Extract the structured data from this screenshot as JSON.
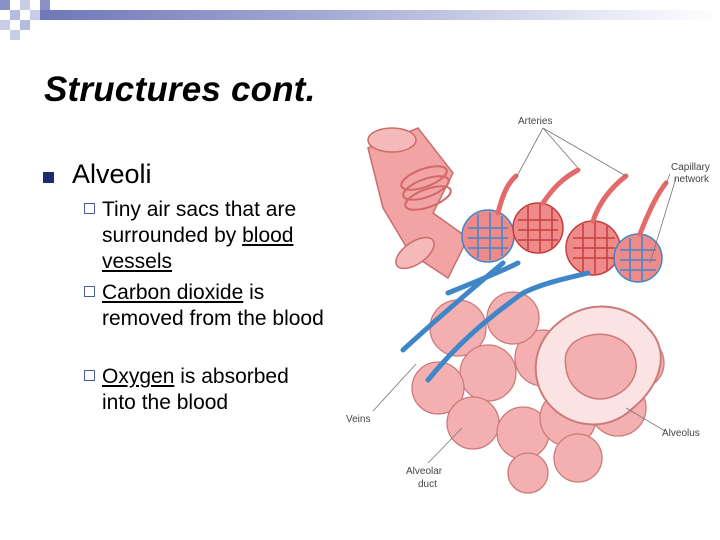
{
  "slide": {
    "title": "Structures cont.",
    "level1": "Alveoli",
    "bullets": [
      {
        "pre": "Tiny air sacs that are surrounded by ",
        "link": "blood vessels",
        "post": ""
      },
      {
        "pre": "",
        "link": "Carbon dioxide",
        "post": " is removed from the blood"
      },
      {
        "pre": "",
        "link": "Oxygen",
        "post": " is absorbed into the blood"
      }
    ]
  },
  "diagram": {
    "labels": {
      "arteries": "Arteries",
      "capillary_line1": "Capillary",
      "capillary_line2": "network",
      "veins": "Veins",
      "alveolus": "Alveolus",
      "duct_line1": "Alveolar",
      "duct_line2": "duct"
    }
  },
  "colors": {
    "accent": "#1d2a6e",
    "alveolus": "#f4a7a7",
    "artery": "#e46a6a",
    "vein": "#3f86c9"
  }
}
